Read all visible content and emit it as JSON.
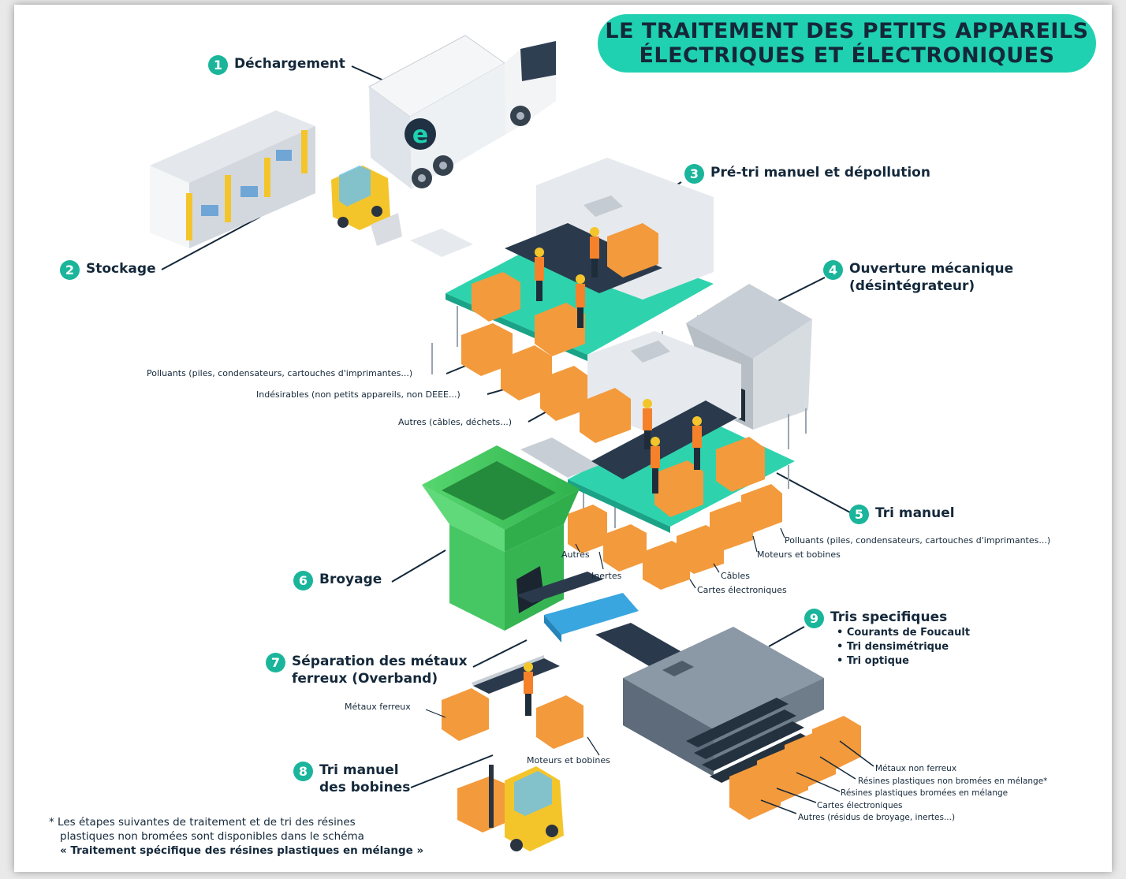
{
  "title": {
    "line1": "LE TRAITEMENT DES PETITS APPAREILS",
    "line2": "ÉLECTRIQUES ET ÉLECTRONIQUES"
  },
  "steps": [
    {
      "num": "1",
      "title": "Déchargement"
    },
    {
      "num": "2",
      "title": "Stockage"
    },
    {
      "num": "3",
      "title": "Pré-tri manuel et dépollution"
    },
    {
      "num": "4",
      "title": "Ouverture mécanique",
      "title2": "(désintégrateur)"
    },
    {
      "num": "5",
      "title": "Tri manuel"
    },
    {
      "num": "6",
      "title": "Broyage"
    },
    {
      "num": "7",
      "title": "Séparation des métaux",
      "title2": "ferreux (Overband)"
    },
    {
      "num": "8",
      "title": "Tri manuel",
      "title2": "des bobines"
    },
    {
      "num": "9",
      "title": "Tris specifiques",
      "items": [
        "• Courants de Foucault",
        "• Tri densimétrique",
        "• Tri optique"
      ]
    }
  ],
  "labels": {
    "step3_polluants": "Polluants (piles, condensateurs, cartouches d'imprimantes...)",
    "step3_indesirables": "Indésirables (non petits appareils, non DEEE...)",
    "step3_autres": "Autres (câbles, déchets...)",
    "step5_polluants": "Polluants (piles, condensateurs, cartouches d'imprimantes...)",
    "step5_moteurs": "Moteurs et bobines",
    "step5_cables": "Câbles",
    "step5_cartes": "Cartes électroniques",
    "step5_autres": "Autres",
    "step5_inertes": "Inertes",
    "step7_metaux": "Métaux ferreux",
    "step8_moteurs": "Moteurs et bobines",
    "step9_non_ferreux": "Métaux non ferreux",
    "step9_non_bromees": "Résines plastiques non bromées en mélange*",
    "step9_bromees": "Résines plastiques bromées en mélange",
    "step9_cartes": "Cartes électroniques",
    "step9_autres": "Autres (résidus de broyage, inertes...)"
  },
  "truck_logo": "e",
  "footnote": {
    "line1": "* Les étapes suivantes de traitement et de tri des résines",
    "line2": "plastiques non bromées sont disponibles dans le schéma",
    "line3": "« Traitement spécifique des résines plastiques en mélange »"
  },
  "colors": {
    "accent": "#1fd1b0",
    "badge": "#1ab59a",
    "platform": "#2ed3ae",
    "crate": "#f39a3c",
    "shredder": "#3fbf5a",
    "machine_grey": "#6b7b8c",
    "text": "#14283a"
  }
}
